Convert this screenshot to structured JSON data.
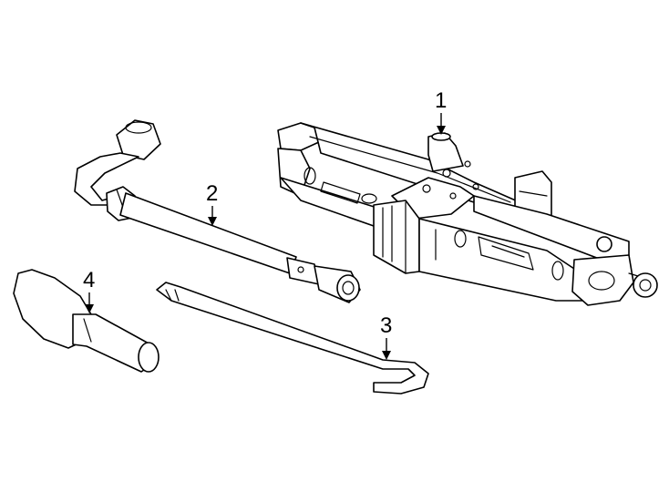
{
  "callouts": [
    {
      "id": "1",
      "label": "1"
    },
    {
      "id": "2",
      "label": "2"
    },
    {
      "id": "3",
      "label": "3"
    },
    {
      "id": "4",
      "label": "4"
    }
  ],
  "colors": {
    "line": "#000000",
    "fill": "#ffffff"
  }
}
